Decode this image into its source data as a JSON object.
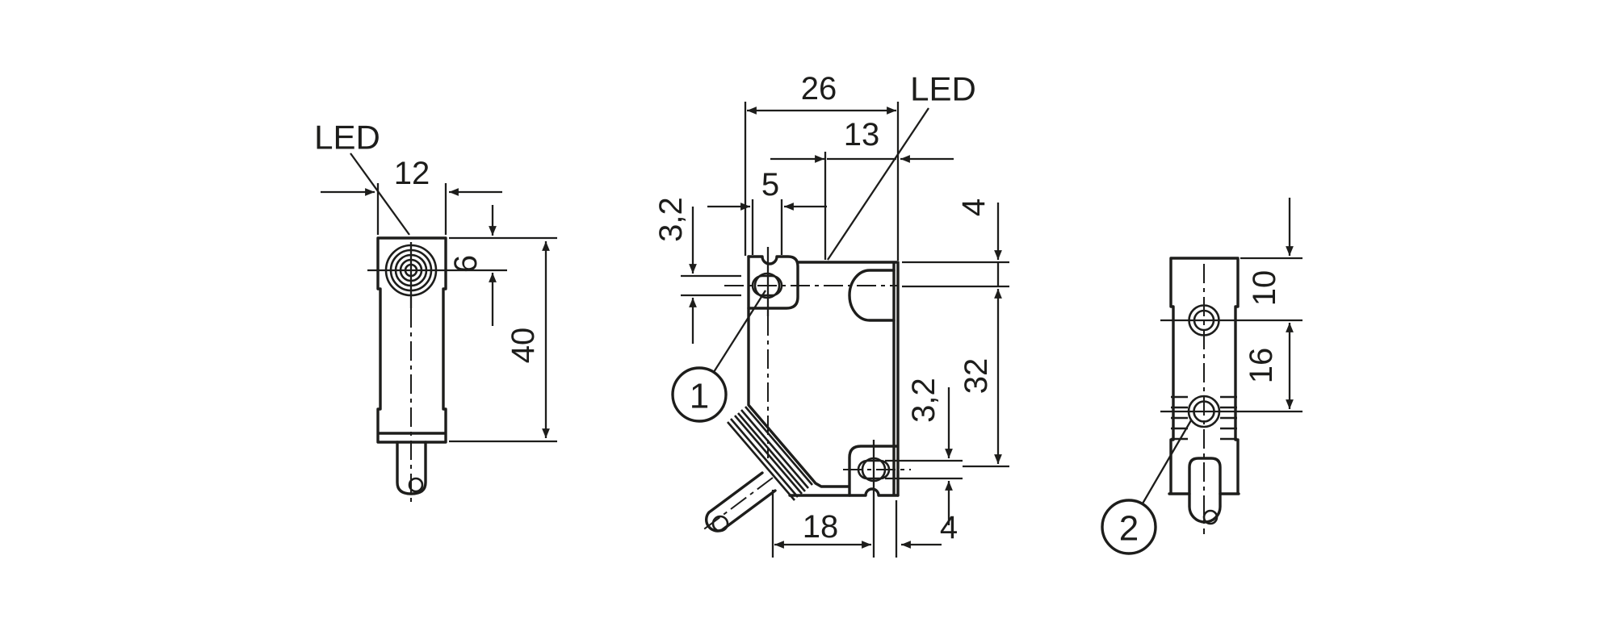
{
  "colors": {
    "line": "#1d1d1b",
    "background": "#ffffff"
  },
  "callouts": {
    "led": "LED",
    "item_1": "1",
    "item_2": "2"
  },
  "views": {
    "front": {
      "dims": {
        "width": "12",
        "led_center_from_top": "6",
        "height": "40"
      }
    },
    "side": {
      "dims": {
        "overall_depth": "26",
        "led_from_front": "13",
        "slot_length": "5",
        "slot_height": "3,2",
        "top_to_slot_center": "4",
        "slot_to_hole_center": "32",
        "hole_slot_height": "3,2",
        "cable_side_to_hole": "18",
        "hole_to_front_edge": "4"
      }
    },
    "end": {
      "dims": {
        "top_to_upper_hole": "10",
        "hole_spacing": "16"
      }
    }
  }
}
